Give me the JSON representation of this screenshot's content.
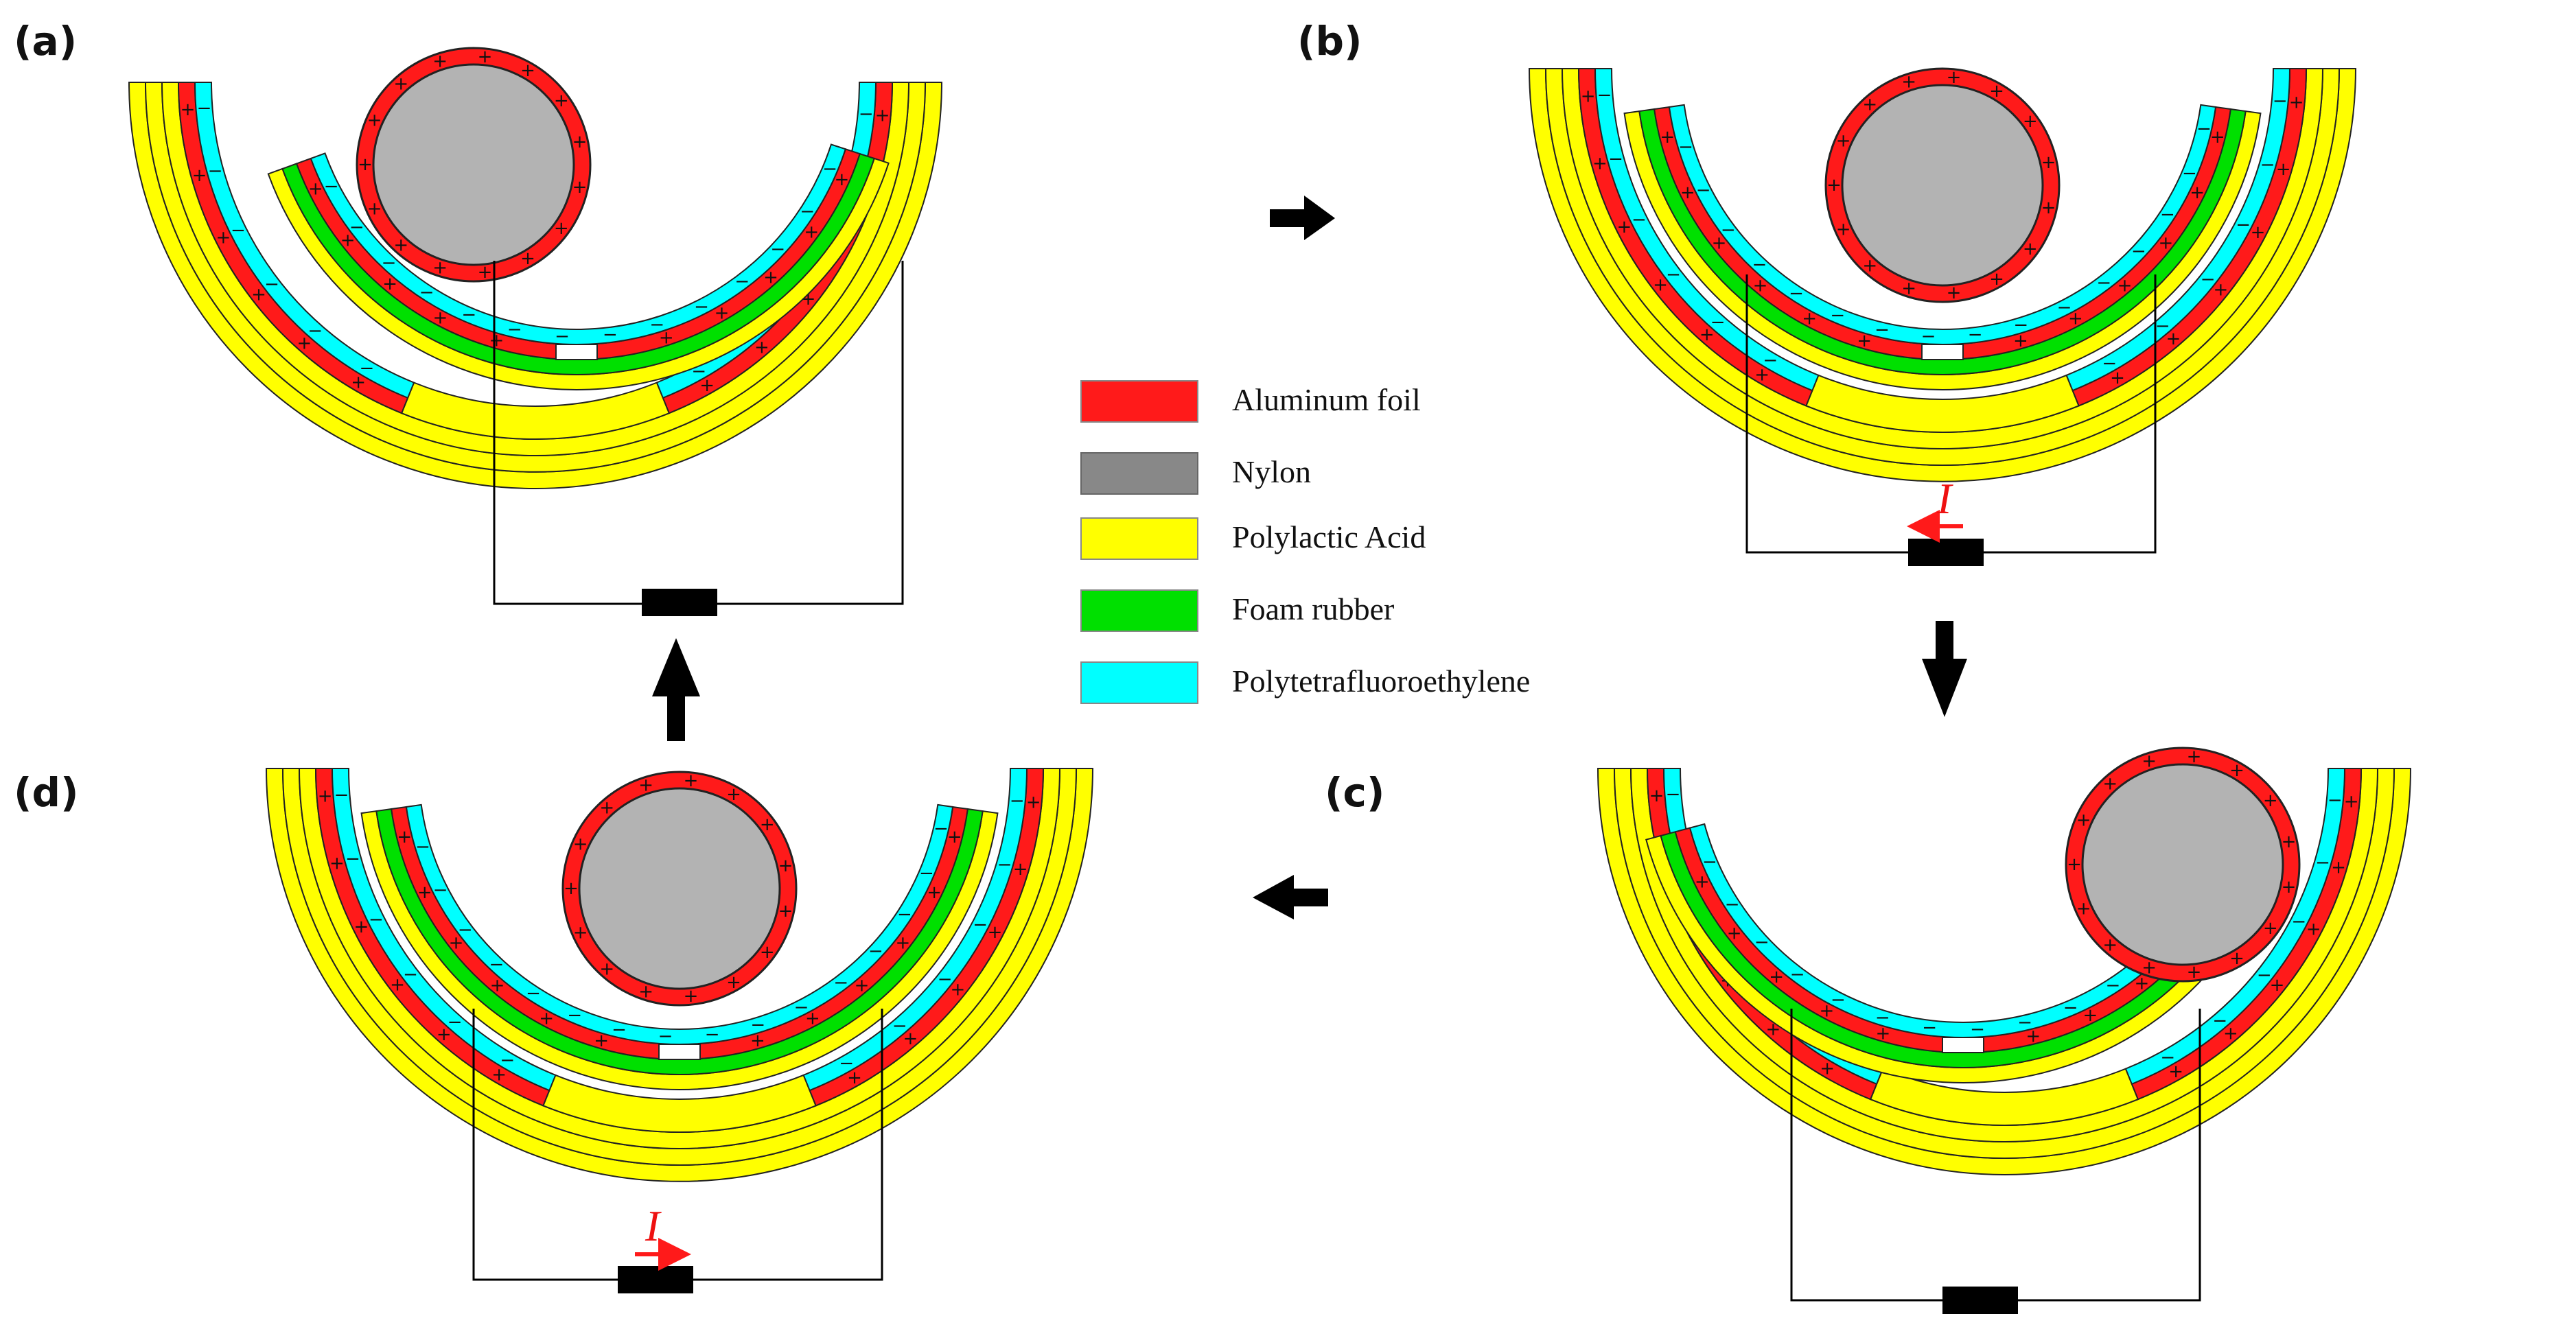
{
  "panels": [
    {
      "label": "(a)",
      "current_label": ""
    },
    {
      "label": "(b)",
      "current_label": "I"
    },
    {
      "label": "(c)",
      "current_label": ""
    },
    {
      "label": "(d)",
      "current_label": "I"
    }
  ],
  "legend": [
    {
      "label": "Aluminum foil",
      "color": "#ff1a1a"
    },
    {
      "label": "Nylon",
      "color": "#888888"
    },
    {
      "label": "Polylactic Acid",
      "color": "#ffff00"
    },
    {
      "label": "Foam rubber",
      "color": "#00e000"
    },
    {
      "label": "Polytetrafluoroethylene",
      "color": "#00ffff"
    }
  ],
  "colors": {
    "aluminum": "#ff1a1a",
    "nylon": "#b3b3b3",
    "pla": "#ffff00",
    "foam": "#00e000",
    "ptfe": "#00ffff",
    "current": "#ff1a1a"
  },
  "charge_symbols": {
    "positive": "+",
    "negative": "−"
  },
  "flow_arrows": [
    "a-to-b",
    "b-to-c",
    "c-to-d",
    "d-to-a"
  ]
}
